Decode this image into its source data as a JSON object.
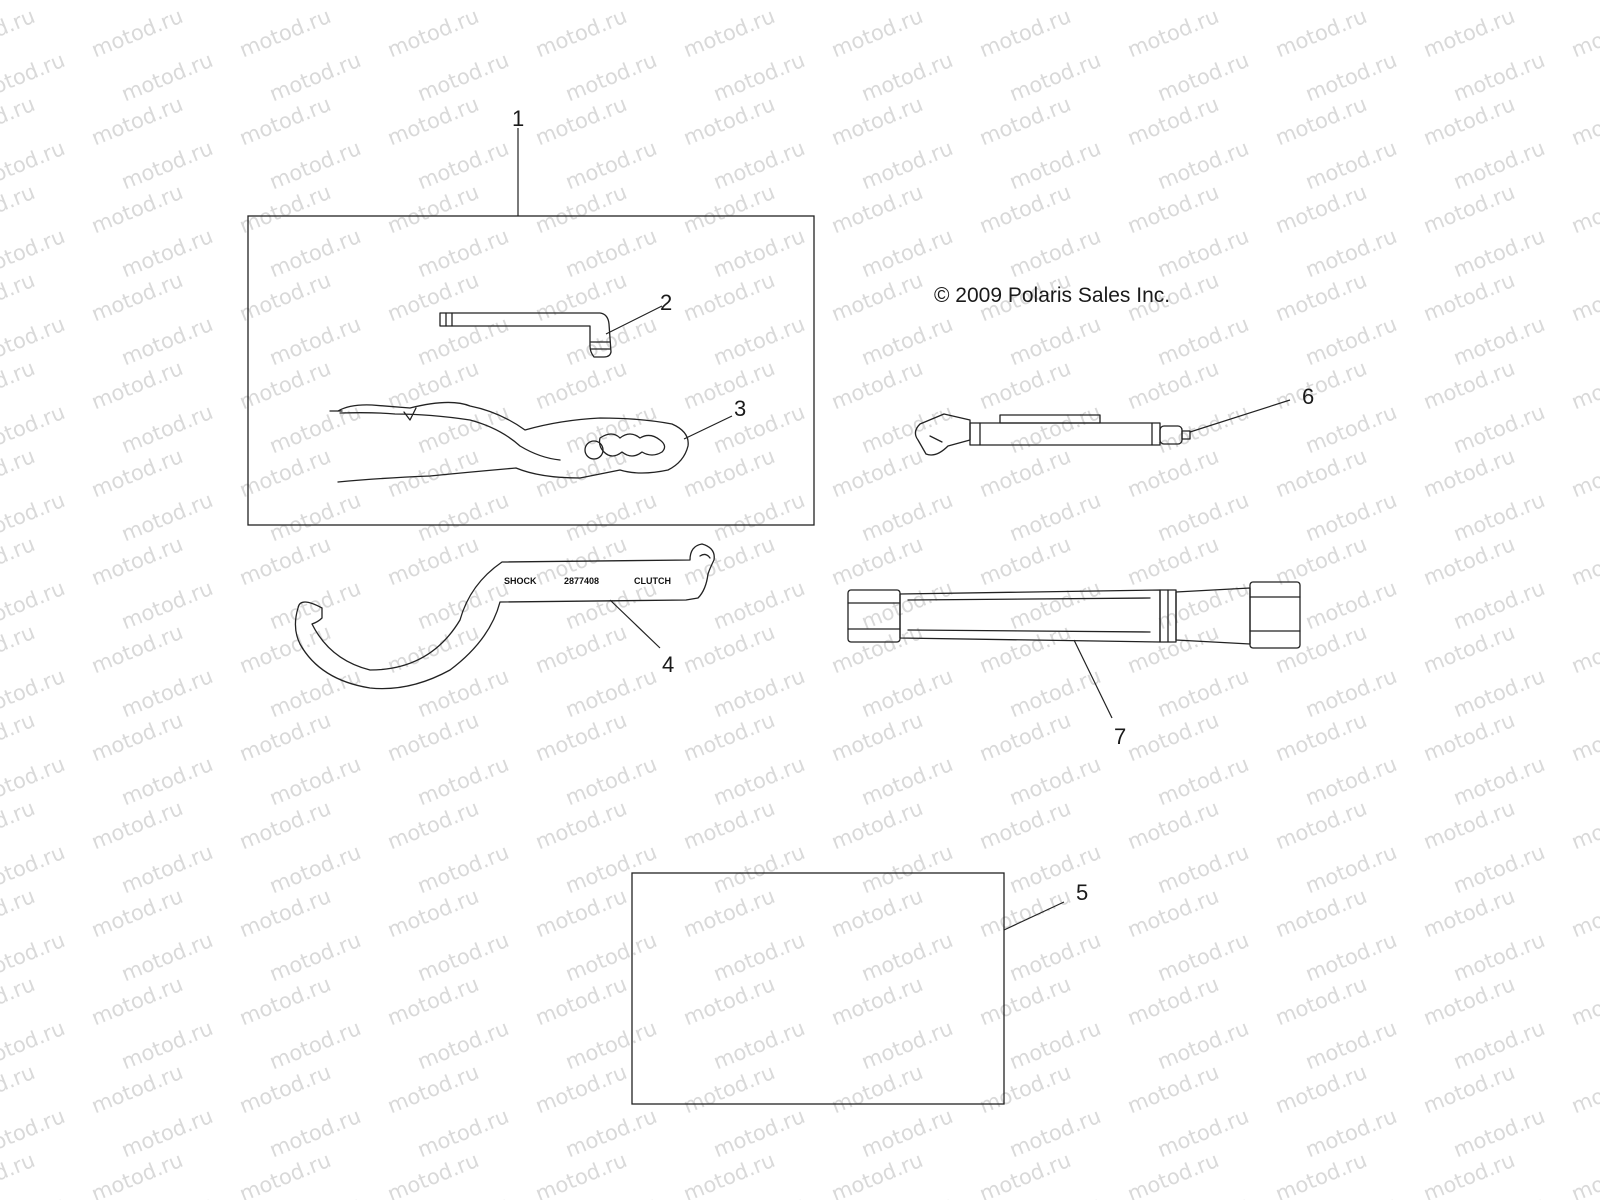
{
  "watermark": {
    "text": "motod.ru"
  },
  "copyright": "© 2009 Polaris Sales Inc.",
  "callouts": [
    {
      "number": "1",
      "part": "tool-kit-pouch"
    },
    {
      "number": "2",
      "part": "hex-key"
    },
    {
      "number": "3",
      "part": "pliers"
    },
    {
      "number": "4",
      "part": "spanner-wrench"
    },
    {
      "number": "5",
      "part": "manual"
    },
    {
      "number": "6",
      "part": "tire-pressure-gauge"
    },
    {
      "number": "7",
      "part": "spark-plug-socket"
    }
  ],
  "spanner_stamp": {
    "left": "SHOCK",
    "middle": "2877408",
    "right": "CLUTCH"
  }
}
